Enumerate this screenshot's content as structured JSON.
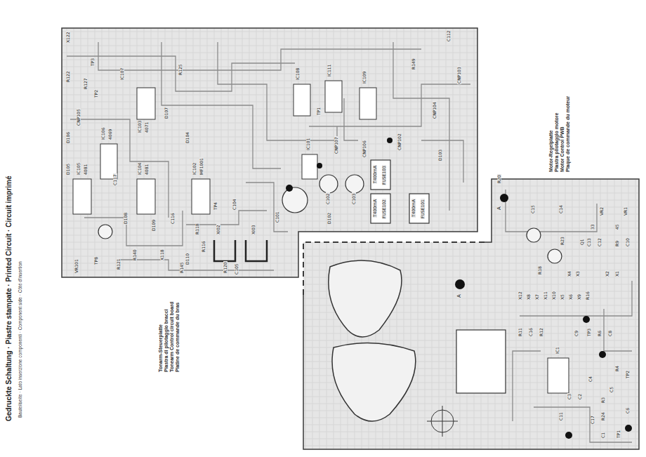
{
  "diagram": {
    "title": "Gedruckte Schaltung · Piastre stampate · Printed Circuit · Circuit imprimé",
    "labels": [
      "R122",
      "X122",
      "D106",
      "D105",
      "VR101",
      "CNP105",
      "IC105",
      "4081",
      "R127",
      "TP3",
      "TP2",
      "TP8",
      "IC106",
      "4069",
      "C117",
      "R121",
      "IC107",
      "D108",
      "R140",
      "IC104",
      "4081",
      "IC103",
      "4071",
      "D109",
      "X118",
      "C116",
      "R145",
      "D107",
      "R125",
      "D104",
      "IC102",
      "MF1001",
      "D110",
      "R118",
      "R116",
      "TP4",
      "R120",
      "XI02",
      "XI03",
      "C105",
      "C104",
      "C101",
      "C102",
      "C103",
      "IC101",
      "D102",
      "CNP107",
      "T400mA",
      "FUSE102",
      "T400mA",
      "FUSE103",
      "T400mA",
      "FUSE101",
      "CNP106",
      "CNP102",
      "D103",
      "CNP104",
      "CNP103",
      "IC108",
      "IC111",
      "TP1",
      "R149",
      "IC109",
      "C112",
      "R20",
      "A",
      "VR2",
      "33",
      "VR1",
      "45",
      "C15",
      "C14",
      "R18",
      "R23",
      "Q1",
      "X4",
      "X3",
      "C13",
      "C12",
      "X2",
      "X1",
      "R9",
      "C10",
      "X12",
      "X8",
      "X7",
      "X11",
      "X10",
      "X5",
      "X6",
      "X9",
      "R16",
      "R11",
      "C16",
      "R12",
      "IC1",
      "C9",
      "TP3",
      "R6",
      "C8",
      "C3",
      "C2",
      "C4",
      "R3",
      "R4",
      "C5",
      "C17",
      "C1",
      "TP1",
      "TP2",
      "C11",
      "C6",
      "A",
      "R24",
      "Tonarm-Steuerplatte",
      "Piastra di pilotaggio bracci",
      "Tonearm Control circuit board",
      "Platine de commande du bras",
      "Motor-Regelplatte",
      "Piastra pilotaggio motore",
      "Motor Control PWB",
      "Plaque de commande du moteur",
      "Bauteilseite · Lato inserzione componenti · Component side · Côté d'insertion"
    ]
  }
}
